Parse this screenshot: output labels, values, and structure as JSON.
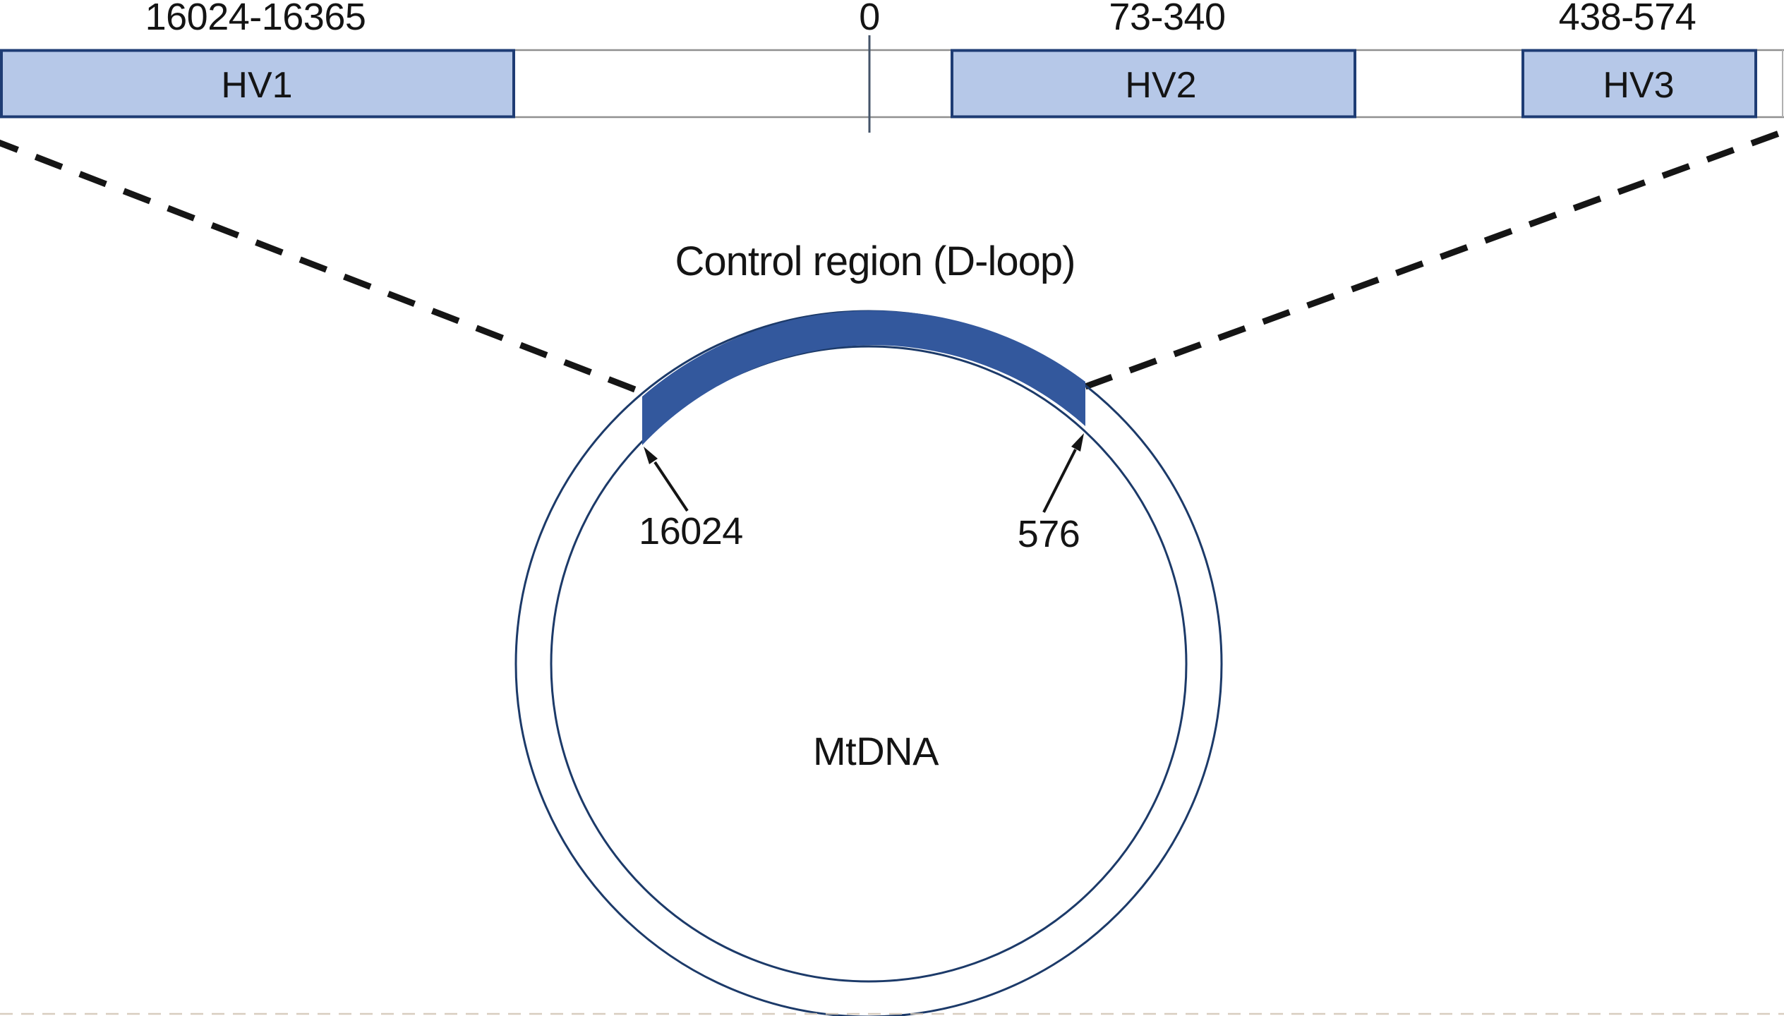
{
  "diagram": {
    "title": "Control region (D-loop)",
    "molecule_label": "MtDNA",
    "linear_map": {
      "origin_label": "0",
      "regions": [
        {
          "name": "HV1",
          "range": "16024-16365"
        },
        {
          "name": "HV2",
          "range": "73-340"
        },
        {
          "name": "HV3",
          "range": "438-574"
        }
      ]
    },
    "circle_map": {
      "start_position": "16024",
      "end_position": "576"
    },
    "colors": {
      "region_fill": "#b6c8e8",
      "region_border": "#1e3c74",
      "arc_fill": "#33589d",
      "circle_stroke": "#1c3a69",
      "dash_color": "#151515",
      "text_color": "#141414"
    }
  }
}
